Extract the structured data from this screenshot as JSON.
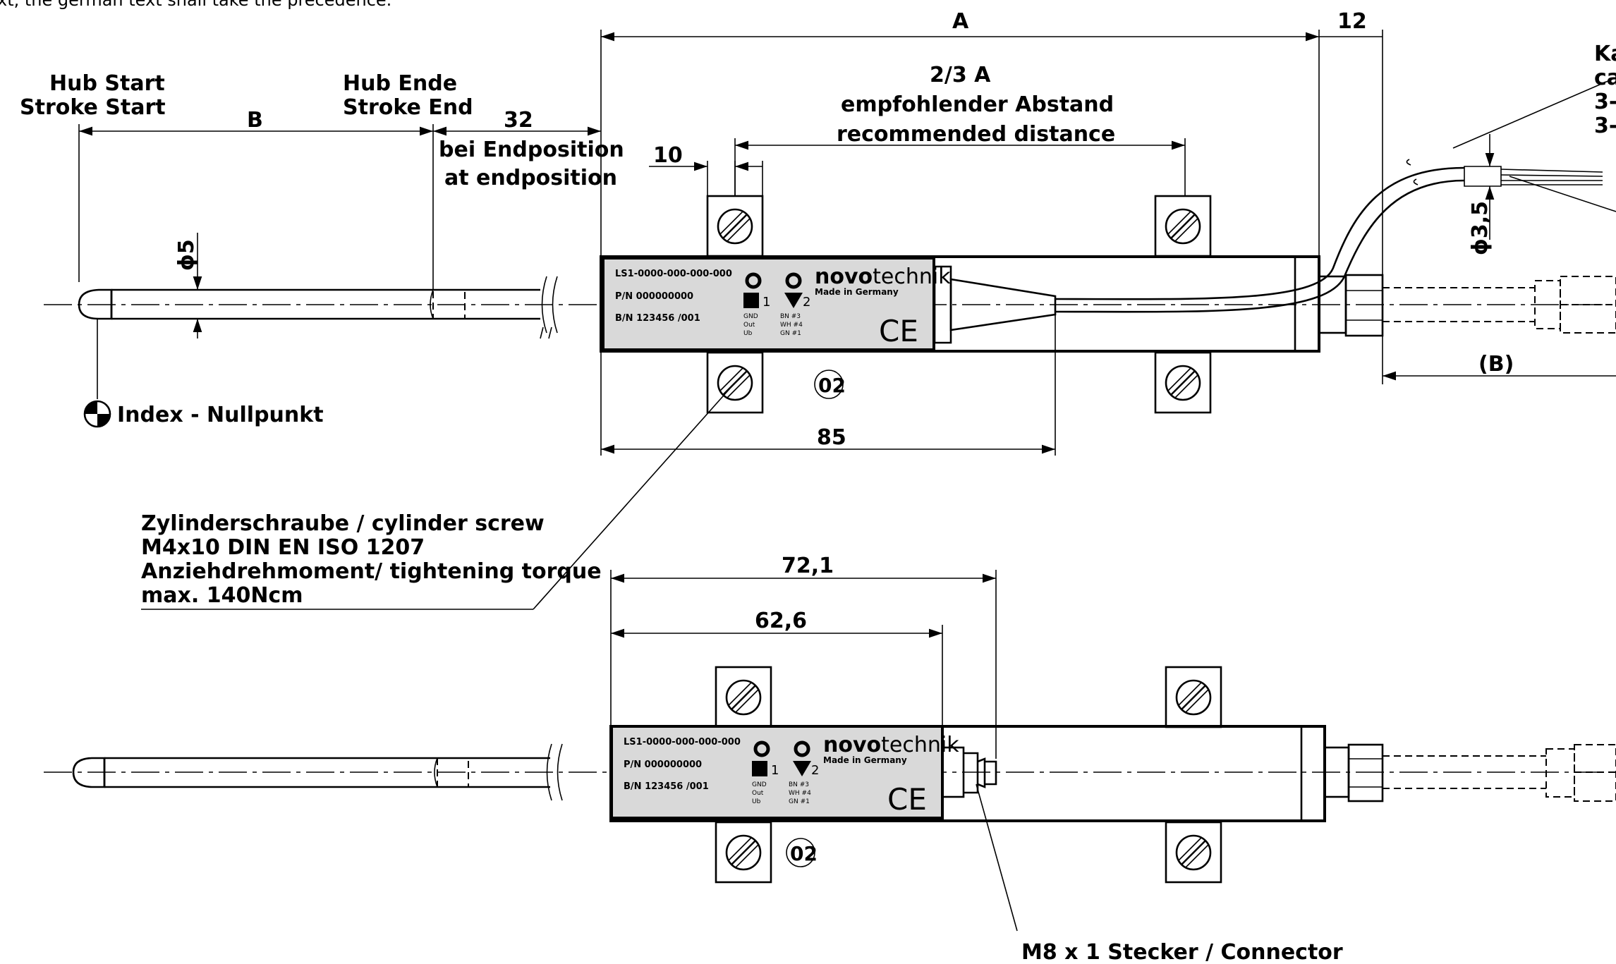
{
  "header_note": "xt, the german text shall take the precedence.",
  "dimensions": {
    "a": "A",
    "twelve": "12",
    "two_thirds_a": "2/3 A",
    "recommended_de": "empfohlender Abstand",
    "recommended_en": "recommended distance",
    "b": "B",
    "thirty_two": "32",
    "ten": "10",
    "eighty_five": "85",
    "b_paren": "(B)",
    "dia5": "ϕ5",
    "dia35": "ϕ3,5",
    "d721": "72,1",
    "d626": "62,6"
  },
  "labels": {
    "hub_start": "Hub Start",
    "stroke_start": "Stroke Start",
    "hub_ende": "Hub Ende",
    "stroke_end": "Stroke End",
    "bei_endposition": "bei Endposition",
    "at_endposition": "at endposition",
    "index": "Index - Nullpunkt",
    "kabel": [
      "Ka",
      "ca",
      "3-",
      "3-"
    ],
    "screw": [
      "Zylinderschraube / cylinder screw",
      "M4x10 DIN EN ISO 1207",
      "Anziehdrehmoment/ tightening torque",
      "max. 140Ncm"
    ],
    "connector": "M8 x 1 Stecker / Connector",
    "ref_02": "02"
  },
  "product_label": {
    "model": "LS1-0000-000-000-000",
    "pn": "P/N  000000000",
    "bn": "B/N 123456 /001",
    "brand_bold": "novo",
    "brand_rest": "technik",
    "made_in": "Made in Germany",
    "marker1": "1",
    "marker2": "2",
    "pins_left": [
      "GND",
      "Out",
      "Ub"
    ],
    "pins_right": [
      "BN  #3",
      "WH  #4",
      "GN  #1"
    ],
    "ce": "CE"
  }
}
